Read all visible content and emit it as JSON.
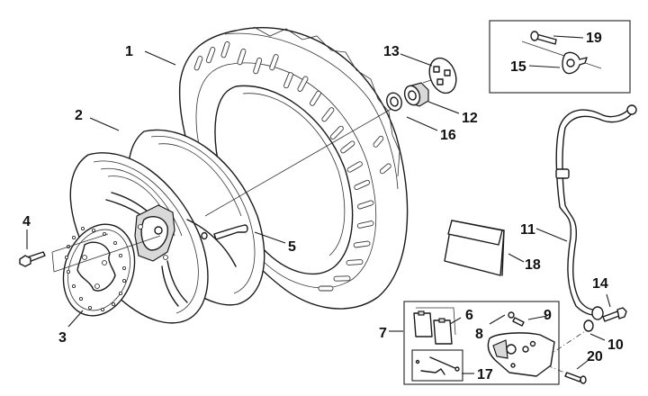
{
  "diagram": {
    "title": "Rear wheel exploded parts diagram",
    "line_color": "#1a1a1a",
    "background": "#ffffff",
    "callouts": [
      {
        "id": "1",
        "label": "1",
        "part": "tyre"
      },
      {
        "id": "2",
        "label": "2",
        "part": "wheel-rim"
      },
      {
        "id": "3",
        "label": "3",
        "part": "brake-disc"
      },
      {
        "id": "4",
        "label": "4",
        "part": "disc-screw"
      },
      {
        "id": "5",
        "label": "5",
        "part": "tyre-valve"
      },
      {
        "id": "6",
        "label": "6",
        "part": "brake-pads"
      },
      {
        "id": "7",
        "label": "7",
        "part": "brake-caliper-assembly"
      },
      {
        "id": "8",
        "label": "8",
        "part": "bleed-cap"
      },
      {
        "id": "9",
        "label": "9",
        "part": "bleed-valve"
      },
      {
        "id": "10",
        "label": "10",
        "part": "washer"
      },
      {
        "id": "11",
        "label": "11",
        "part": "brake-hose"
      },
      {
        "id": "12",
        "label": "12",
        "part": "wheel-nut"
      },
      {
        "id": "13",
        "label": "13",
        "part": "hub-cap"
      },
      {
        "id": "14",
        "label": "14",
        "part": "banjo-bolt"
      },
      {
        "id": "15",
        "label": "15",
        "part": "hose-clamp"
      },
      {
        "id": "16",
        "label": "16",
        "part": "wheel-washer"
      },
      {
        "id": "17",
        "label": "17",
        "part": "pad-pin-kit"
      },
      {
        "id": "18",
        "label": "18",
        "part": "manual-leaflet"
      },
      {
        "id": "19",
        "label": "19",
        "part": "clamp-screw"
      },
      {
        "id": "20",
        "label": "20",
        "part": "caliper-bolt"
      }
    ]
  }
}
